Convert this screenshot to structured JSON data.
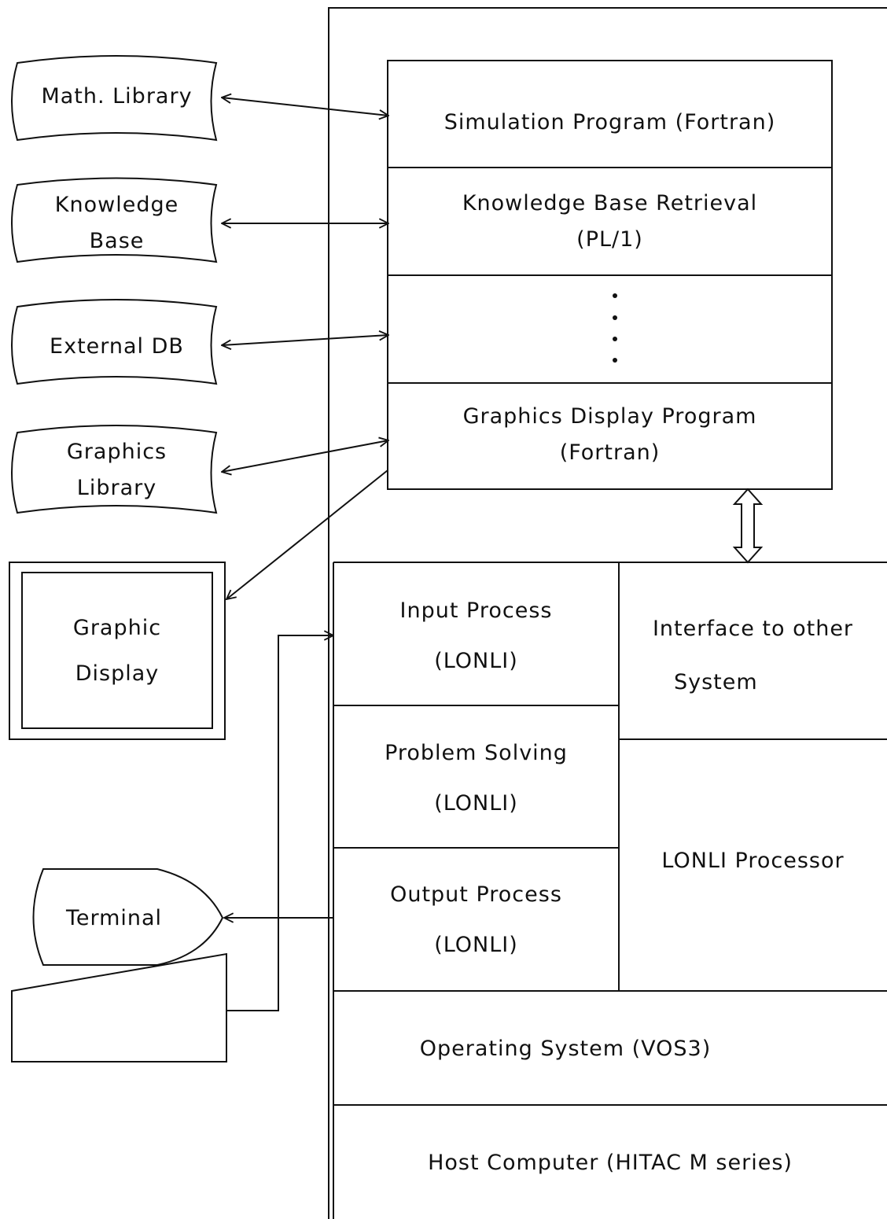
{
  "left": {
    "math_library": "Math. Library",
    "knowledge_base": [
      "Knowledge",
      "Base"
    ],
    "external_db": "External DB",
    "graphics_library": [
      "Graphics",
      "Library"
    ],
    "graphic_display": [
      "Graphic",
      "Display"
    ],
    "terminal": "Terminal"
  },
  "programs": {
    "simulation": "Simulation Program (Fortran)",
    "knowledge_retrieval": [
      "Knowledge Base Retrieval",
      "(PL/1)"
    ],
    "graphics_display": [
      "Graphics Display Program",
      "(Fortran)"
    ]
  },
  "lonli": {
    "input": [
      "Input Process",
      "(LONLI)"
    ],
    "problem": [
      "Problem Solving",
      "(LONLI)"
    ],
    "output": [
      "Output Process",
      "(LONLI)"
    ],
    "interface": [
      "Interface to other",
      "System"
    ],
    "processor": "LONLI Processor"
  },
  "layers": {
    "os": "Operating System (VOS3)",
    "host": "Host Computer (HITAC M series)"
  }
}
